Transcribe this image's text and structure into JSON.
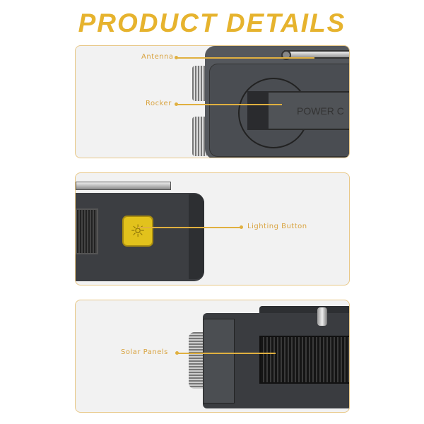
{
  "title": "PRODUCT DETAILS",
  "panels": [
    {
      "callouts": [
        {
          "label": "Antenna"
        },
        {
          "label": "Rocker"
        }
      ],
      "device_text": "POWER C"
    },
    {
      "callouts": [
        {
          "label": "Lighting Button"
        }
      ]
    },
    {
      "callouts": [
        {
          "label": "Solar Panels"
        }
      ]
    }
  ],
  "colors": {
    "accent": "#e6b32e",
    "device": "#4a4d52",
    "button": "#e2c21c"
  }
}
